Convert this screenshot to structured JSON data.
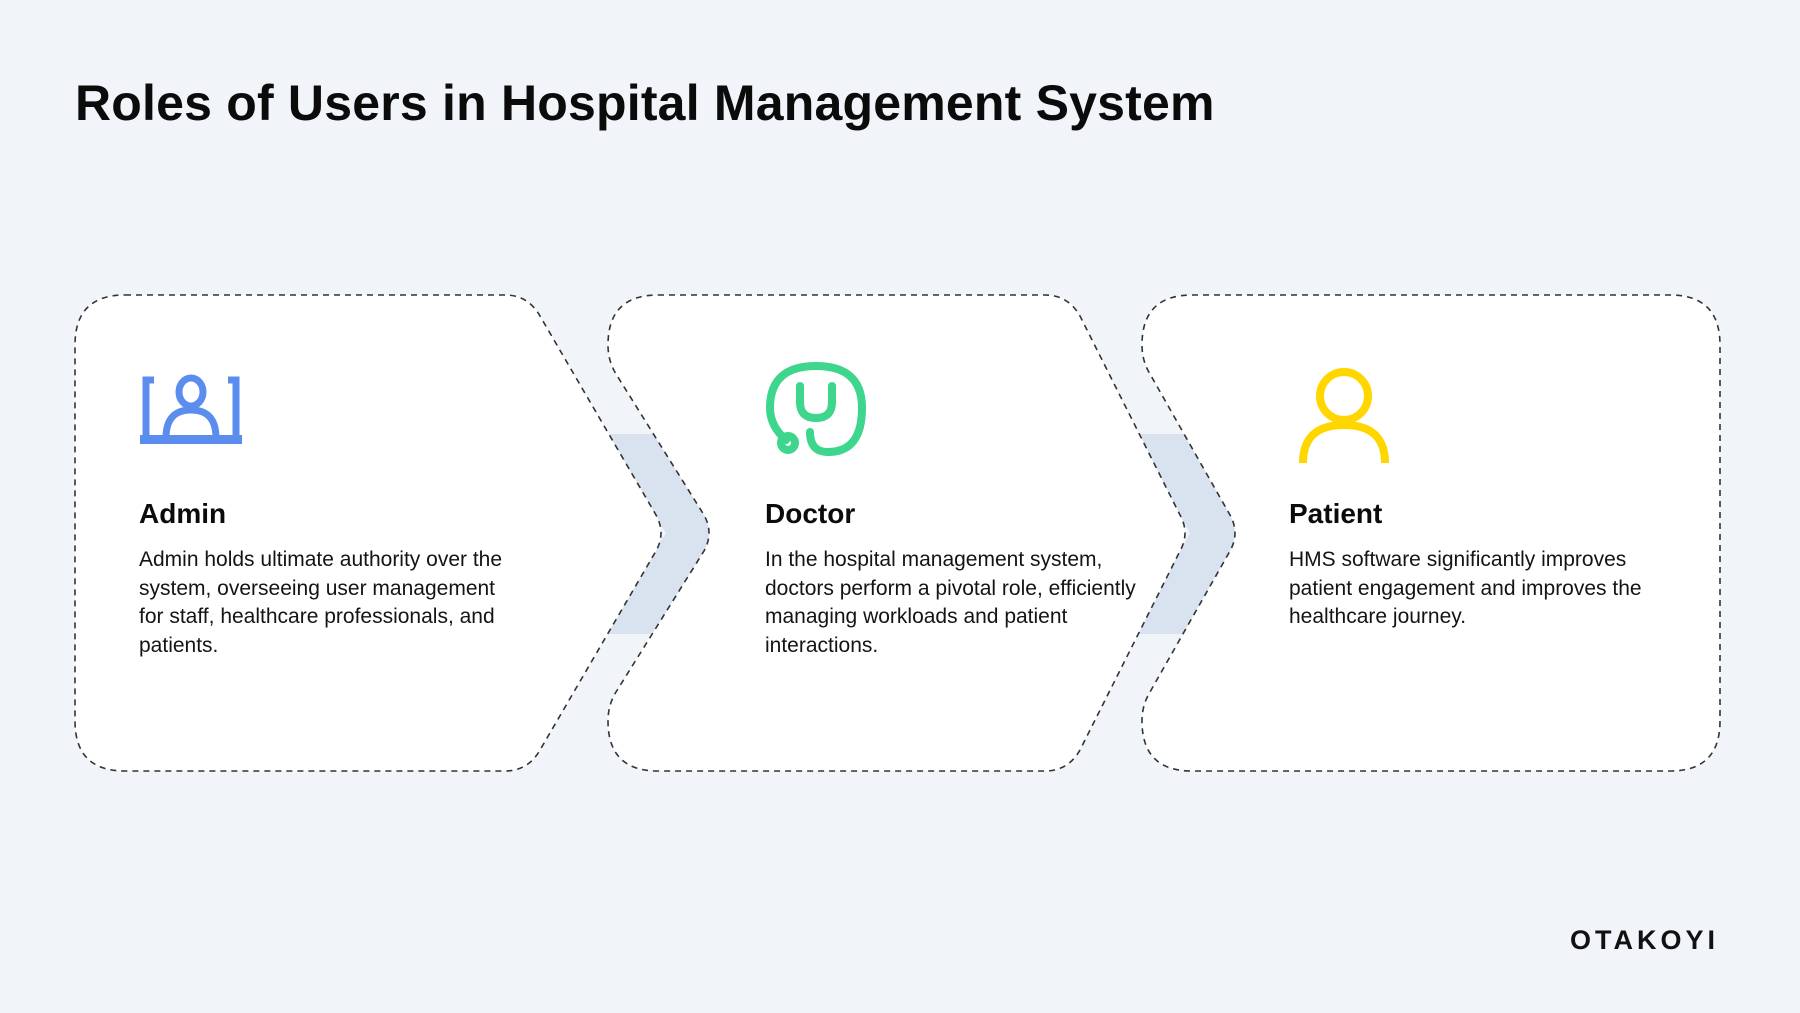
{
  "title": "Roles of Users in Hospital Management System",
  "roles": [
    {
      "name": "Admin",
      "icon": "admin-user-icon",
      "color": "#5b8def",
      "description": "Admin holds ultimate authority over the system, overseeing user management for staff, healthcare professionals, and patients."
    },
    {
      "name": "Doctor",
      "icon": "stethoscope-icon",
      "color": "#3dd68c",
      "description": "In the hospital management system, doctors perform a pivotal role, efficiently managing workloads and patient interactions."
    },
    {
      "name": "Patient",
      "icon": "person-icon",
      "color": "#ffd600",
      "description": "HMS software significantly improves patient engagement and improves the healthcare journey."
    }
  ],
  "brand": "OTAKOYI"
}
